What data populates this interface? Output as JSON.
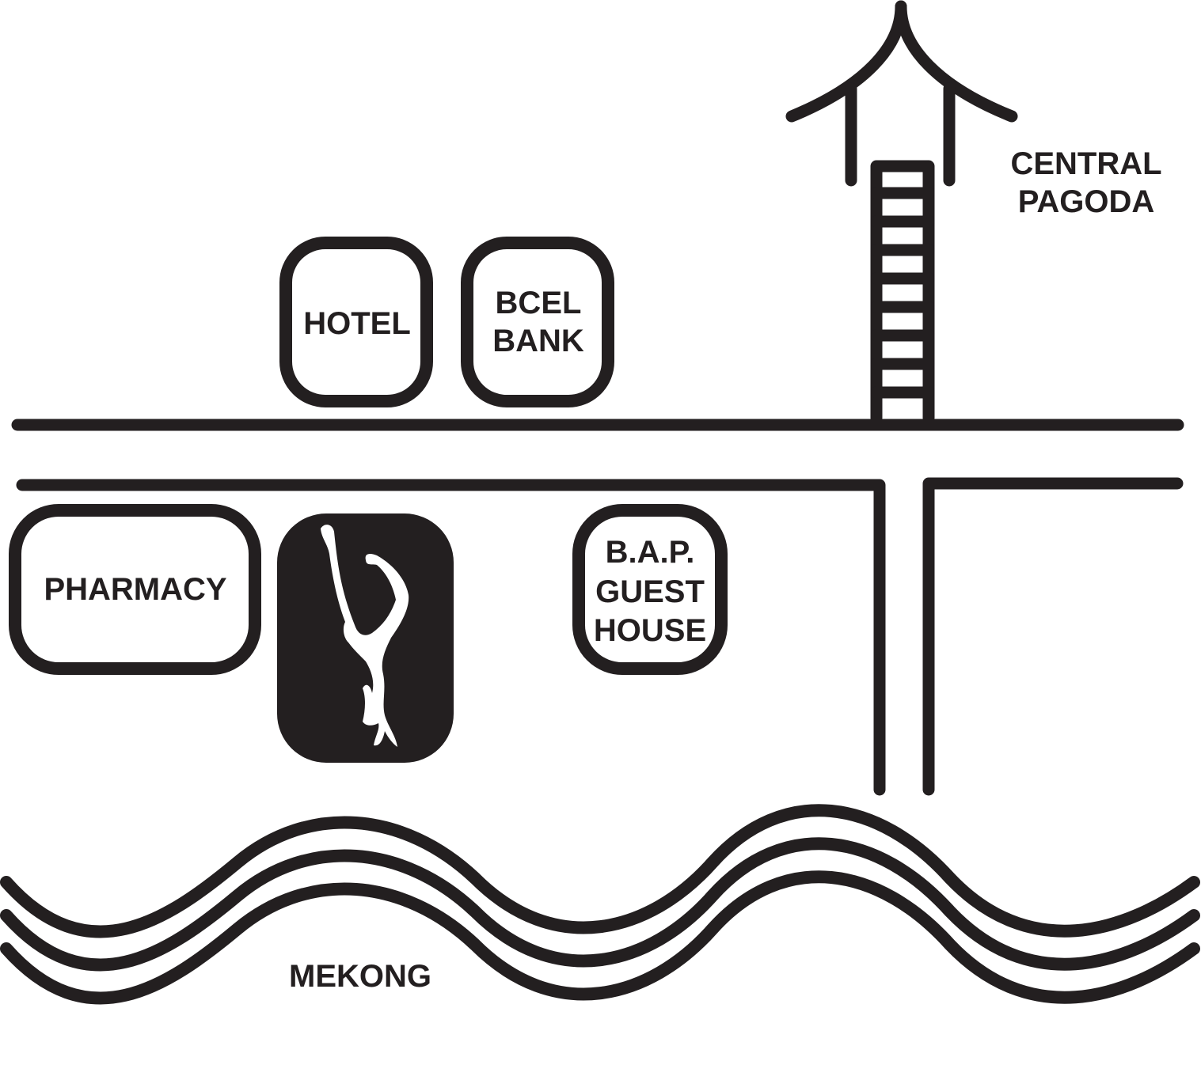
{
  "map": {
    "ink_color": "#231f20",
    "background_color": "#ffffff",
    "landmarks": {
      "pagoda": {
        "line1": "CENTRAL",
        "line2": "PAGODA",
        "icon": "pagoda-icon"
      },
      "hotel": {
        "label": "HOTEL"
      },
      "bank": {
        "line1": "BCEL",
        "line2": "BANK"
      },
      "pharmacy": {
        "label": "PHARMACY"
      },
      "guesthouse": {
        "line1": "B.A.P.",
        "line2": "GUEST",
        "line3": "HOUSE"
      },
      "logo": {
        "icon": "dancer-logo-icon"
      }
    },
    "river": {
      "label": "MEKONG"
    }
  }
}
